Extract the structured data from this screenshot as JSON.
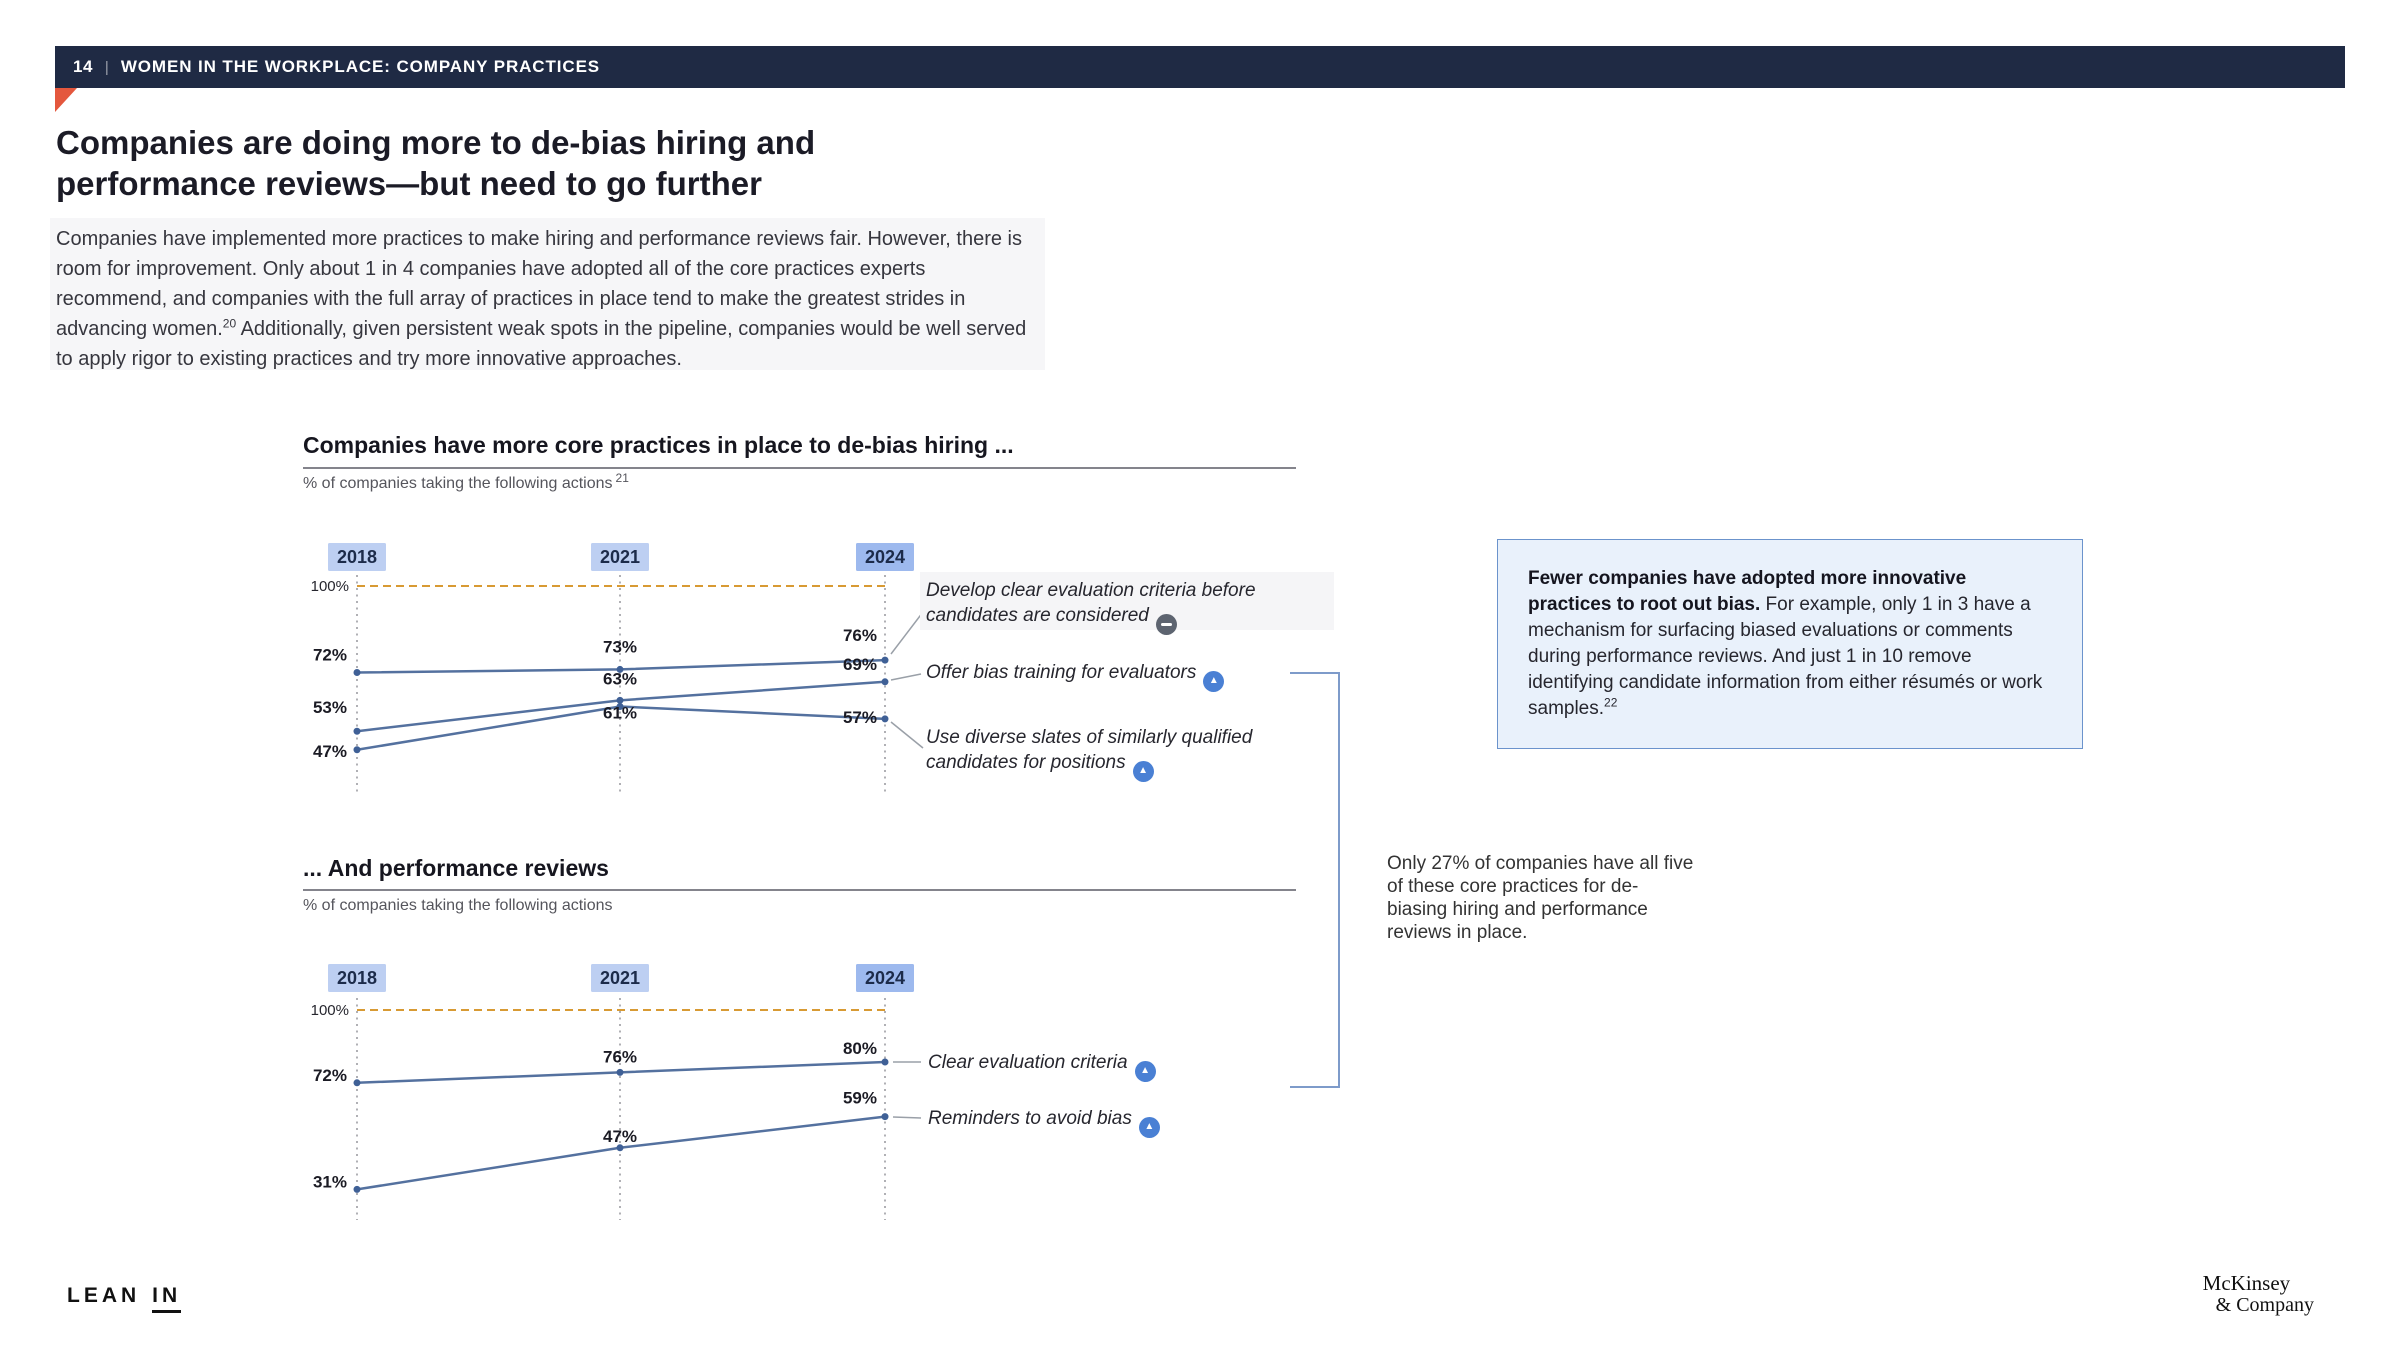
{
  "header": {
    "page_number": "14",
    "separator": "|",
    "title": "WOMEN IN THE WORKPLACE: COMPANY PRACTICES"
  },
  "headline": {
    "line1": "Companies are doing more to de-bias hiring and",
    "line2": "performance reviews—but need to go further"
  },
  "intro": {
    "part1": "Companies have implemented more practices to make hiring and performance reviews fair. However, there is room for improvement. Only about 1 in 4 companies have adopted all of the core practices experts recommend, and companies with the full array of practices in place tend to make the greatest strides in advancing women.",
    "footnote": "20",
    "part2": " Additionally, given persistent weak spots in the pipeline, companies would be well served to apply rigor to existing practices and try more innovative approaches."
  },
  "chart_data": [
    {
      "type": "line",
      "title": "Companies have more core practices in place to de-bias hiring ...",
      "subtitle": "% of companies taking the following actions",
      "subtitle_footnote": "21",
      "categories": [
        "2018",
        "2021",
        "2024"
      ],
      "ymax_label": "100%",
      "ylim": [
        0,
        100
      ],
      "grid": "dotted-vertical",
      "legend_position": "right",
      "series": [
        {
          "name": "Develop clear evaluation criteria before candidates are considered",
          "values": [
            72,
            73,
            76
          ],
          "trend": "flat"
        },
        {
          "name": "Offer bias training for evaluators",
          "values": [
            53,
            63,
            69
          ],
          "trend": "up"
        },
        {
          "name": "Use diverse slates of similarly qualified candidates for positions",
          "values": [
            47,
            61,
            57
          ],
          "trend": "up"
        }
      ]
    },
    {
      "type": "line",
      "title": "... And performance reviews",
      "subtitle": "% of companies taking the following actions",
      "categories": [
        "2018",
        "2021",
        "2024"
      ],
      "ymax_label": "100%",
      "ylim": [
        0,
        100
      ],
      "grid": "dotted-vertical",
      "legend_position": "right",
      "series": [
        {
          "name": "Clear evaluation criteria",
          "values": [
            72,
            76,
            80
          ],
          "trend": "up"
        },
        {
          "name": "Reminders to avoid bias",
          "values": [
            31,
            47,
            59
          ],
          "trend": "up"
        }
      ]
    }
  ],
  "callout": {
    "lead": "Fewer companies have adopted more innovative practices to root out bias.",
    "body": " For example, only 1 in 3 have a mechanism for surfacing biased evaluations or comments during performance reviews. And just 1 in 10 remove identifying candidate information from either résumés or work samples.",
    "footnote": "22"
  },
  "bracket_note": "Only 27% of companies have all five of these core practices for de-biasing hiring and performance reviews in place.",
  "footer": {
    "leanin": {
      "part1": "LEAN",
      "part2": "IN"
    },
    "mckinsey_line1": "McKinsey",
    "mckinsey_line2": "& Company"
  },
  "colors": {
    "navy": "#1f2a44",
    "accent_red": "#e4573d",
    "line": "#54719f",
    "dot": "#3f6096",
    "dashed": "#d89a33",
    "grid": "#85858d",
    "chip_bg": "#bdcff2",
    "chip_bg_last": "#9db9ee",
    "chip_text": "#1c2b4a",
    "value_text": "#1b1b24",
    "connector": "#9aa0a8",
    "bracket": "#7e9bca",
    "callout_bg": "#e9f1fb",
    "callout_border": "#6b93cc",
    "icon_up": "#4a80d4",
    "icon_flat": "#5d6470"
  }
}
